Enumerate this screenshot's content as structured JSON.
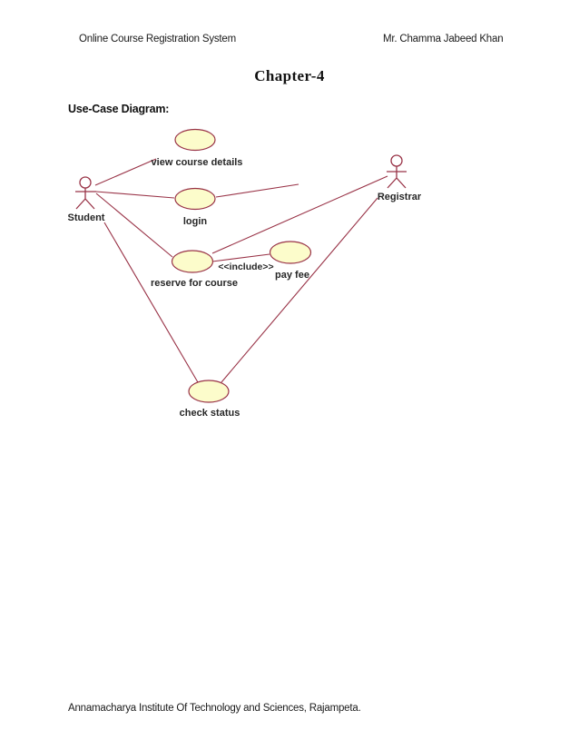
{
  "header": {
    "doc_title": "Online Course Registration System",
    "author": "Mr. Chamma Jabeed Khan"
  },
  "title": "Chapter-4",
  "section_heading": "Use-Case Diagram:",
  "footer": "Annamacharya Institute Of Technology and Sciences, Rajampeta.",
  "colors": {
    "line": "#993347",
    "oval_fill": "#FCFCCB",
    "label_text": "#262626"
  },
  "diagram": {
    "type": "uml-use-case",
    "actors": [
      {
        "label": "Student"
      },
      {
        "label": "Registrar"
      }
    ],
    "use_cases": [
      {
        "label": "view course details"
      },
      {
        "label": "login"
      },
      {
        "label": "reserve for course"
      },
      {
        "label": "pay fee"
      },
      {
        "label": "check status"
      }
    ],
    "include_label": "<<include>>",
    "relations": [
      {
        "from": "Student",
        "to": "view course details"
      },
      {
        "from": "Student",
        "to": "login"
      },
      {
        "from": "Student",
        "to": "reserve for course"
      },
      {
        "from": "Student",
        "to": "check status"
      },
      {
        "from": "login",
        "to": "Registrar"
      },
      {
        "from": "reserve for course",
        "to": "Registrar"
      },
      {
        "from": "Registrar",
        "to": "check status"
      },
      {
        "from": "reserve for course",
        "to": "pay fee",
        "stereotype": "<<include>>"
      }
    ]
  }
}
